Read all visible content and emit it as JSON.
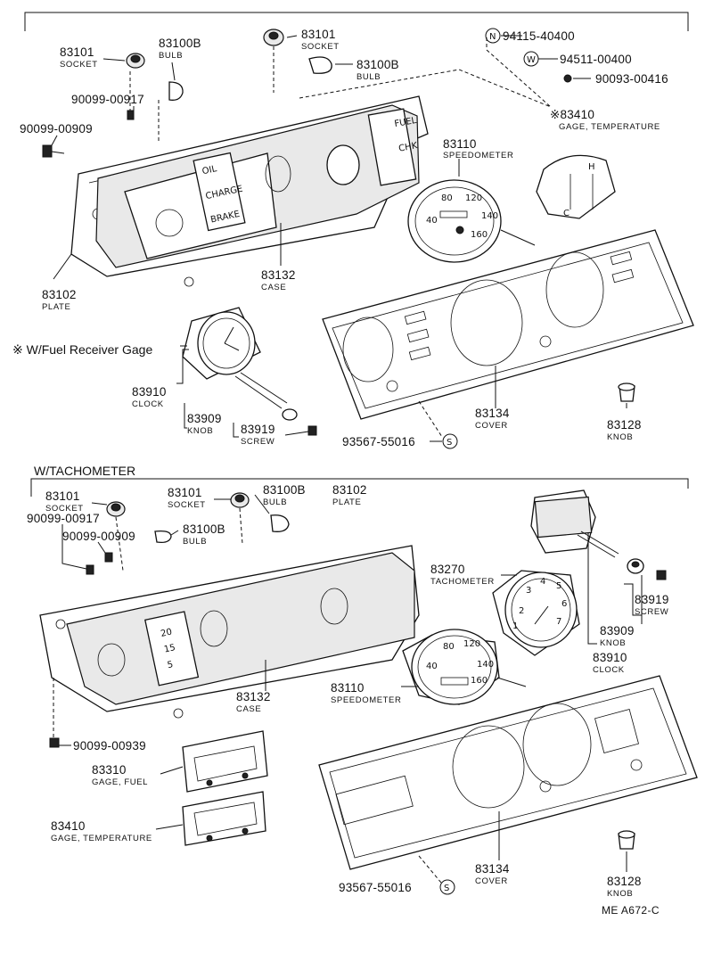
{
  "reference_code": "ME A672-C",
  "sections": {
    "fuel_receiver_gage": "※ W/Fuel Receiver Gage",
    "tachometer": "W/TACHOMETER"
  },
  "top": {
    "socket_left": {
      "number": "83101",
      "name": "SOCKET"
    },
    "bulb_left": {
      "number": "83100B",
      "name": "BULB"
    },
    "socket_center": {
      "number": "83101",
      "name": "SOCKET"
    },
    "bulb_center": {
      "number": "83100B",
      "name": "BULB"
    },
    "screw_a": {
      "number": "90099-00917"
    },
    "screw_b": {
      "number": "90099-00909"
    },
    "ref_n": {
      "symbol": "N",
      "number": "94115-40400"
    },
    "ref_w": {
      "symbol": "W",
      "number": "94511-00400"
    },
    "ref_dot": {
      "number": "90093-00416"
    },
    "gage_temperature": {
      "number": "※83410",
      "name": "GAGE, TEMPERATURE"
    },
    "speedometer": {
      "number": "83110",
      "name": "SPEEDOMETER"
    },
    "plate": {
      "number": "83102",
      "name": "PLATE"
    },
    "case": {
      "number": "83132",
      "name": "CASE"
    },
    "clock": {
      "number": "83910",
      "name": "CLOCK"
    },
    "knob_clock": {
      "number": "83909",
      "name": "KNOB"
    },
    "screw_clock": {
      "number": "83919",
      "name": "SCREW"
    },
    "cover": {
      "number": "83134",
      "name": "COVER"
    },
    "knob_trip": {
      "number": "83128",
      "name": "KNOB"
    },
    "ref_s": {
      "symbol": "S",
      "number": "93567-55016"
    }
  },
  "bottom": {
    "socket_left": {
      "number": "83101",
      "name": "SOCKET"
    },
    "screw_a": {
      "number": "90099-00917"
    },
    "screw_b": {
      "number": "90099-00909"
    },
    "socket_center": {
      "number": "83101",
      "name": "SOCKET"
    },
    "bulb_center": {
      "number": "83100B",
      "name": "BULB"
    },
    "bulb_left": {
      "number": "83100B",
      "name": "BULB"
    },
    "plate": {
      "number": "83102",
      "name": "PLATE"
    },
    "tachometer": {
      "number": "83270",
      "name": "TACHOMETER"
    },
    "screw_clock": {
      "number": "83919",
      "name": "SCREW"
    },
    "knob_clock": {
      "number": "83909",
      "name": "KNOB"
    },
    "clock": {
      "number": "83910",
      "name": "CLOCK"
    },
    "case": {
      "number": "83132",
      "name": "CASE"
    },
    "speedometer": {
      "number": "83110",
      "name": "SPEEDOMETER"
    },
    "screw_c": {
      "number": "90099-00939"
    },
    "gage_fuel": {
      "number": "83310",
      "name": "GAGE, FUEL"
    },
    "gage_temperature": {
      "number": "83410",
      "name": "GAGE, TEMPERATURE"
    },
    "cover": {
      "number": "83134",
      "name": "COVER"
    },
    "knob_trip": {
      "number": "83128",
      "name": "KNOB"
    },
    "ref_s": {
      "symbol": "S",
      "number": "93567-55016"
    }
  }
}
